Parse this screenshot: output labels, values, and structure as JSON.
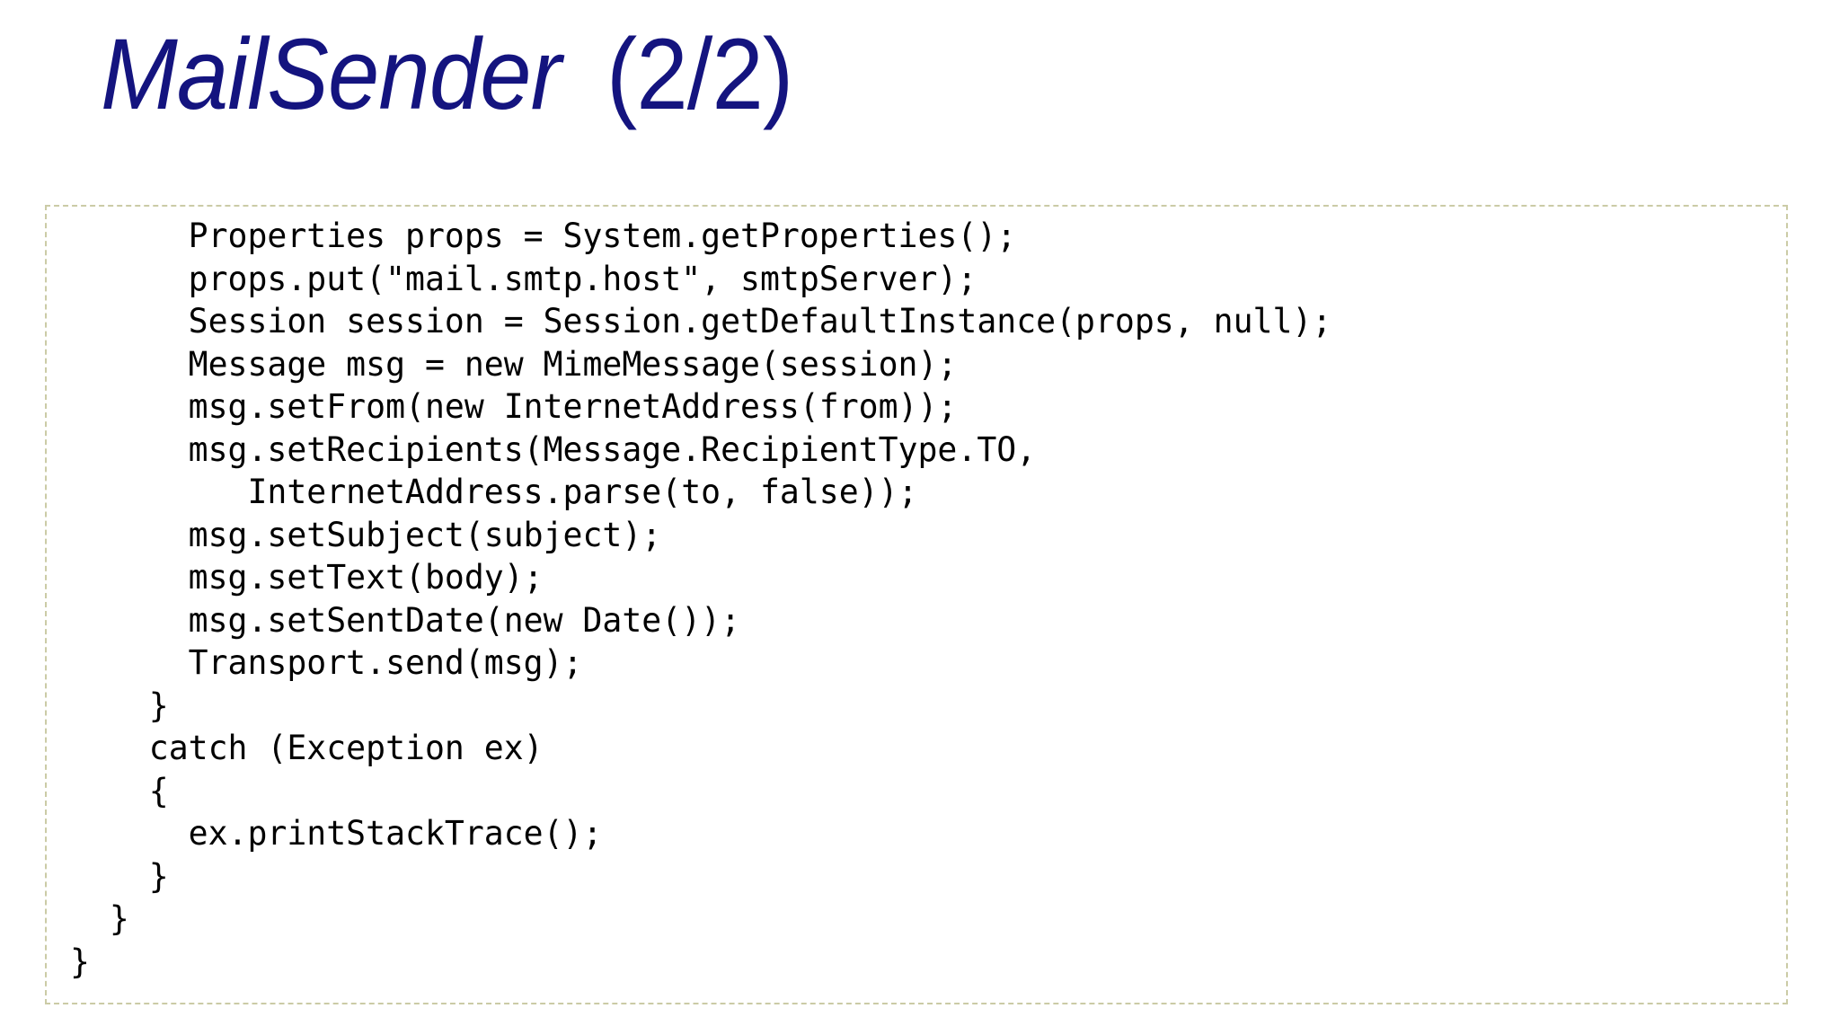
{
  "slide": {
    "background_color": "#ffffff",
    "title": {
      "main": "MailSender",
      "suffix": "(2/2)",
      "color": "#14147f"
    },
    "code_box": {
      "border_color": "#cbcba6",
      "border_style": "dashed",
      "text_color": "#000000",
      "language": "java",
      "lines": [
        "      Properties props = System.getProperties();",
        "      props.put(\"mail.smtp.host\", smtpServer);",
        "      Session session = Session.getDefaultInstance(props, null);",
        "      Message msg = new MimeMessage(session);",
        "      msg.setFrom(new InternetAddress(from));",
        "      msg.setRecipients(Message.RecipientType.TO,",
        "         InternetAddress.parse(to, false));",
        "      msg.setSubject(subject);",
        "      msg.setText(body);",
        "      msg.setSentDate(new Date());",
        "      Transport.send(msg);",
        "    }",
        "    catch (Exception ex)",
        "    {",
        "      ex.printStackTrace();",
        "    }",
        "  }",
        "}"
      ]
    }
  }
}
